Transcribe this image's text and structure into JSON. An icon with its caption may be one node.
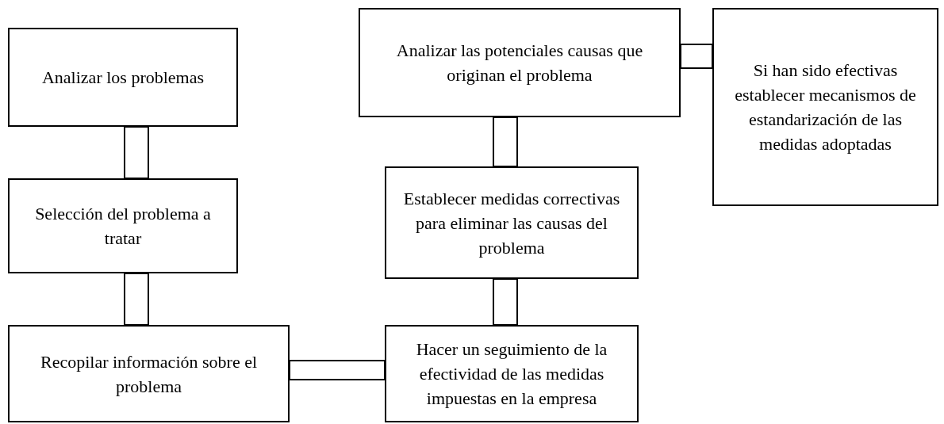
{
  "diagram": {
    "nodes": [
      {
        "text": [
          "Analizar los problemas"
        ]
      },
      {
        "text": [
          "Selección del problema a tratar"
        ]
      },
      {
        "text": [
          "Recopilar información sobre el problema"
        ]
      },
      {
        "text": [
          "Analizar las potenciales causas que originan el problema"
        ]
      },
      {
        "text": [
          "Si han sido efectivas establecer mecanismos de estandarización de las medidas adoptadas"
        ]
      },
      {
        "text": [
          "Establecer medidas correctivas para eliminar las causas del problema"
        ]
      },
      {
        "text": [
          "Hacer un seguimiento de la efectividad de las medidas impuestas en la empresa"
        ]
      }
    ],
    "edges": [
      {
        "from": 0,
        "to": 1,
        "arrow": "none"
      },
      {
        "from": 1,
        "to": 2,
        "arrow": "none"
      },
      {
        "from": 2,
        "to": 6,
        "arrow": "none"
      },
      {
        "from": 6,
        "to": 5,
        "arrow": "none"
      },
      {
        "from": 5,
        "to": 3,
        "arrow": "none"
      },
      {
        "from": 3,
        "to": 4,
        "arrow": "none"
      }
    ]
  }
}
